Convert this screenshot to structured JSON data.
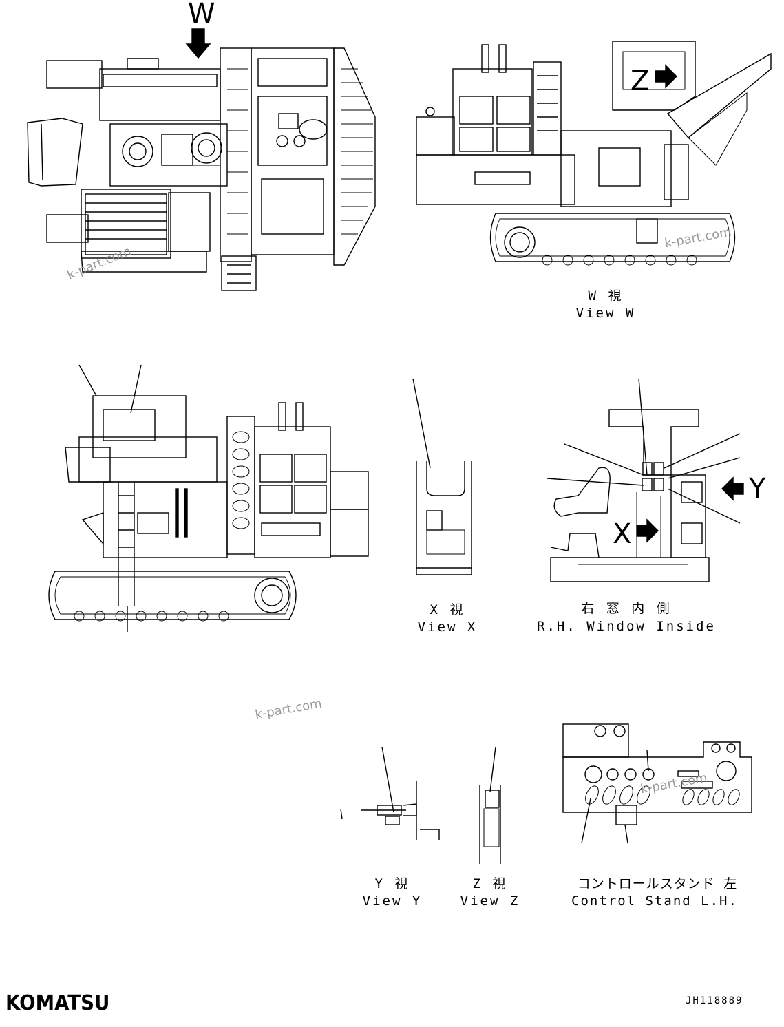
{
  "views": {
    "w_callout": "W",
    "z_callout": "Z",
    "x_callout": "X",
    "y_callout": "Y",
    "view_w_jp": "W 視",
    "view_w_en": "View W",
    "view_x_jp": "X 視",
    "view_x_en": "View X",
    "rh_window_jp": "右 窓 内 側",
    "rh_window_en": "R.H. Window Inside",
    "view_y_jp": "Y 視",
    "view_y_en": "View Y",
    "view_z_jp": "Z 視",
    "view_z_en": "View Z",
    "control_stand_jp": "コントロールスタンド 左",
    "control_stand_en": "Control Stand L.H."
  },
  "watermark": "k-part.com",
  "brand": "KOMATSU",
  "drawing_code": "JH118889"
}
